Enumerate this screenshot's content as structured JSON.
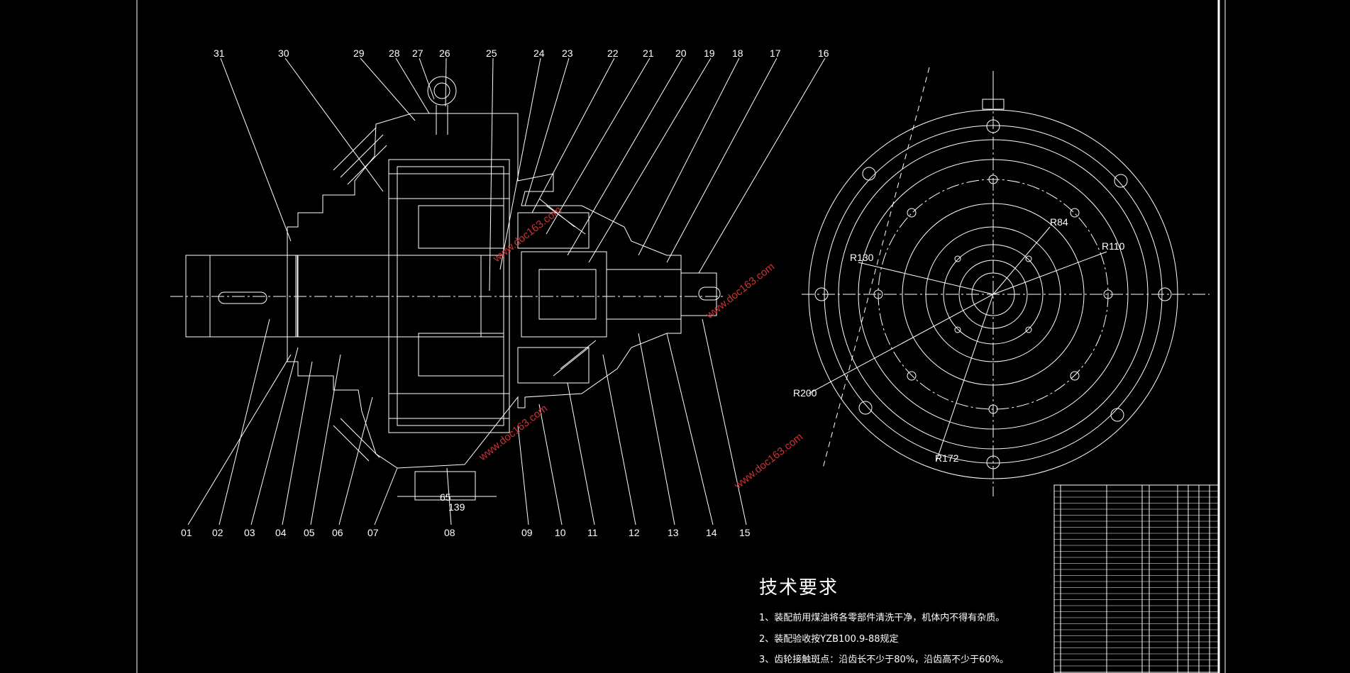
{
  "callouts_top": [
    "31",
    "30",
    "29",
    "28",
    "27",
    "26",
    "25",
    "24",
    "23",
    "22",
    "21",
    "20",
    "19",
    "18",
    "17",
    "16"
  ],
  "callouts_bottom": [
    "01",
    "02",
    "03",
    "04",
    "05",
    "06",
    "07",
    "08",
    "09",
    "10",
    "11",
    "12",
    "13",
    "14",
    "15"
  ],
  "dimensions": {
    "d1": "65",
    "d2": "139",
    "r84": "R84",
    "r130": "R130",
    "r110": "R110",
    "r200": "R200",
    "r172": "R172"
  },
  "technical_requirements": {
    "title": "技术要求",
    "lines": [
      "1、装配前用煤油将各零部件清洗干净，机体内不得有杂质。",
      "2、装配验收按YZB100.9-88规定",
      "3、齿轮接触斑点：沿齿长不少于80%，沿齿高不少于60%。"
    ]
  },
  "watermark": "www.doc163.com",
  "colors": {
    "background": "#000000",
    "lines": "#ffffff",
    "watermark": "#cc3333"
  }
}
